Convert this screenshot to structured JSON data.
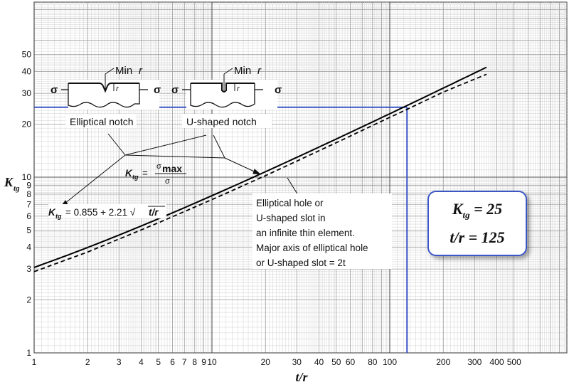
{
  "chart_data": {
    "type": "line",
    "xlabel": "t/r",
    "ylabel": "K_tg",
    "xscale": "log",
    "yscale": "log",
    "xlim": [
      1,
      1000
    ],
    "ylim": [
      1,
      100
    ],
    "grid": true,
    "x_ticks": [
      "1",
      "2",
      "3",
      "4",
      "5",
      "6",
      "7",
      "8",
      "9",
      "10",
      "20",
      "30",
      "40",
      "50",
      "60",
      "80",
      "100",
      "200",
      "300",
      "400",
      "500"
    ],
    "x_tick_values": [
      1,
      2,
      3,
      4,
      5,
      6,
      7,
      8,
      9,
      10,
      20,
      30,
      40,
      50,
      60,
      80,
      100,
      200,
      300,
      400,
      500
    ],
    "y_ticks": [
      "1",
      "2",
      "3",
      "4",
      "5",
      "6",
      "7",
      "8",
      "9",
      "10",
      "20",
      "30",
      "40",
      "50"
    ],
    "y_tick_values": [
      1,
      2,
      3,
      4,
      5,
      6,
      7,
      8,
      9,
      10,
      20,
      30,
      40,
      50
    ],
    "series": [
      {
        "style": "solid",
        "color": "#000000",
        "formula": "0.855 + 2.21*sqrt(t/r)",
        "x_range": [
          1,
          350
        ],
        "x": [
          1,
          2,
          5,
          10,
          20,
          50,
          100,
          125,
          200,
          350
        ],
        "y": [
          3.07,
          3.98,
          5.8,
          7.84,
          10.74,
          16.48,
          22.96,
          25.56,
          32.11,
          42.2
        ]
      },
      {
        "style": "dashed",
        "color": "#000000",
        "x_range": [
          1,
          350
        ],
        "x": [
          1,
          2,
          5,
          10,
          20,
          50,
          100,
          125,
          200,
          350
        ],
        "y": [
          2.9,
          3.75,
          5.5,
          7.45,
          10.2,
          15.7,
          21.9,
          24.3,
          30.5,
          38.5
        ]
      }
    ],
    "reference_lines": {
      "color": "#3b56c7",
      "x": 125,
      "y": 25
    },
    "annotations": {
      "elliptical_notch": "Elliptical notch",
      "u_shaped_notch": "U-shaped notch",
      "min_r": "Min ",
      "r": "r",
      "sigma": "σ",
      "ktg_k": "K",
      "ktg_sub": "tg",
      "definition_eq": "=",
      "definition_num": "σ",
      "definition_num_sub": "max",
      "definition_den": "σ",
      "formula_text": "= 0.855 + 2.21 √",
      "formula_rad": "t/r",
      "desc_lines": [
        "Elliptical hole or",
        "U-shaped slot in",
        "an infinite thin element.",
        "Major axis of elliptical hole",
        "or U-shaped slot = 2t"
      ]
    },
    "result": {
      "k": "K",
      "k_sub": "tg",
      "k_value": " = 25",
      "tr_line": "t/r = 125"
    }
  }
}
